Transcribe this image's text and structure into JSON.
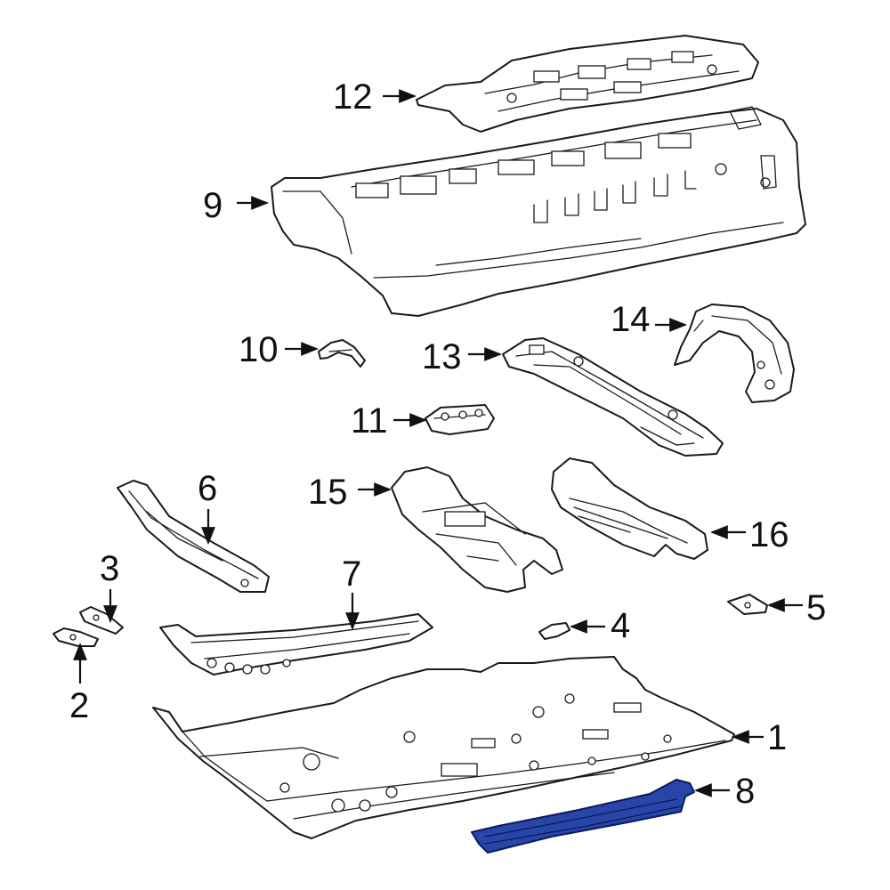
{
  "diagram": {
    "highlight_color": "#2746a8",
    "callouts": [
      {
        "id": "1",
        "label": "1"
      },
      {
        "id": "2",
        "label": "2"
      },
      {
        "id": "3",
        "label": "3"
      },
      {
        "id": "4",
        "label": "4"
      },
      {
        "id": "5",
        "label": "5"
      },
      {
        "id": "6",
        "label": "6"
      },
      {
        "id": "7",
        "label": "7"
      },
      {
        "id": "8",
        "label": "8"
      },
      {
        "id": "9",
        "label": "9"
      },
      {
        "id": "10",
        "label": "10"
      },
      {
        "id": "11",
        "label": "11"
      },
      {
        "id": "12",
        "label": "12"
      },
      {
        "id": "13",
        "label": "13"
      },
      {
        "id": "14",
        "label": "14"
      },
      {
        "id": "15",
        "label": "15"
      },
      {
        "id": "16",
        "label": "16"
      }
    ]
  }
}
